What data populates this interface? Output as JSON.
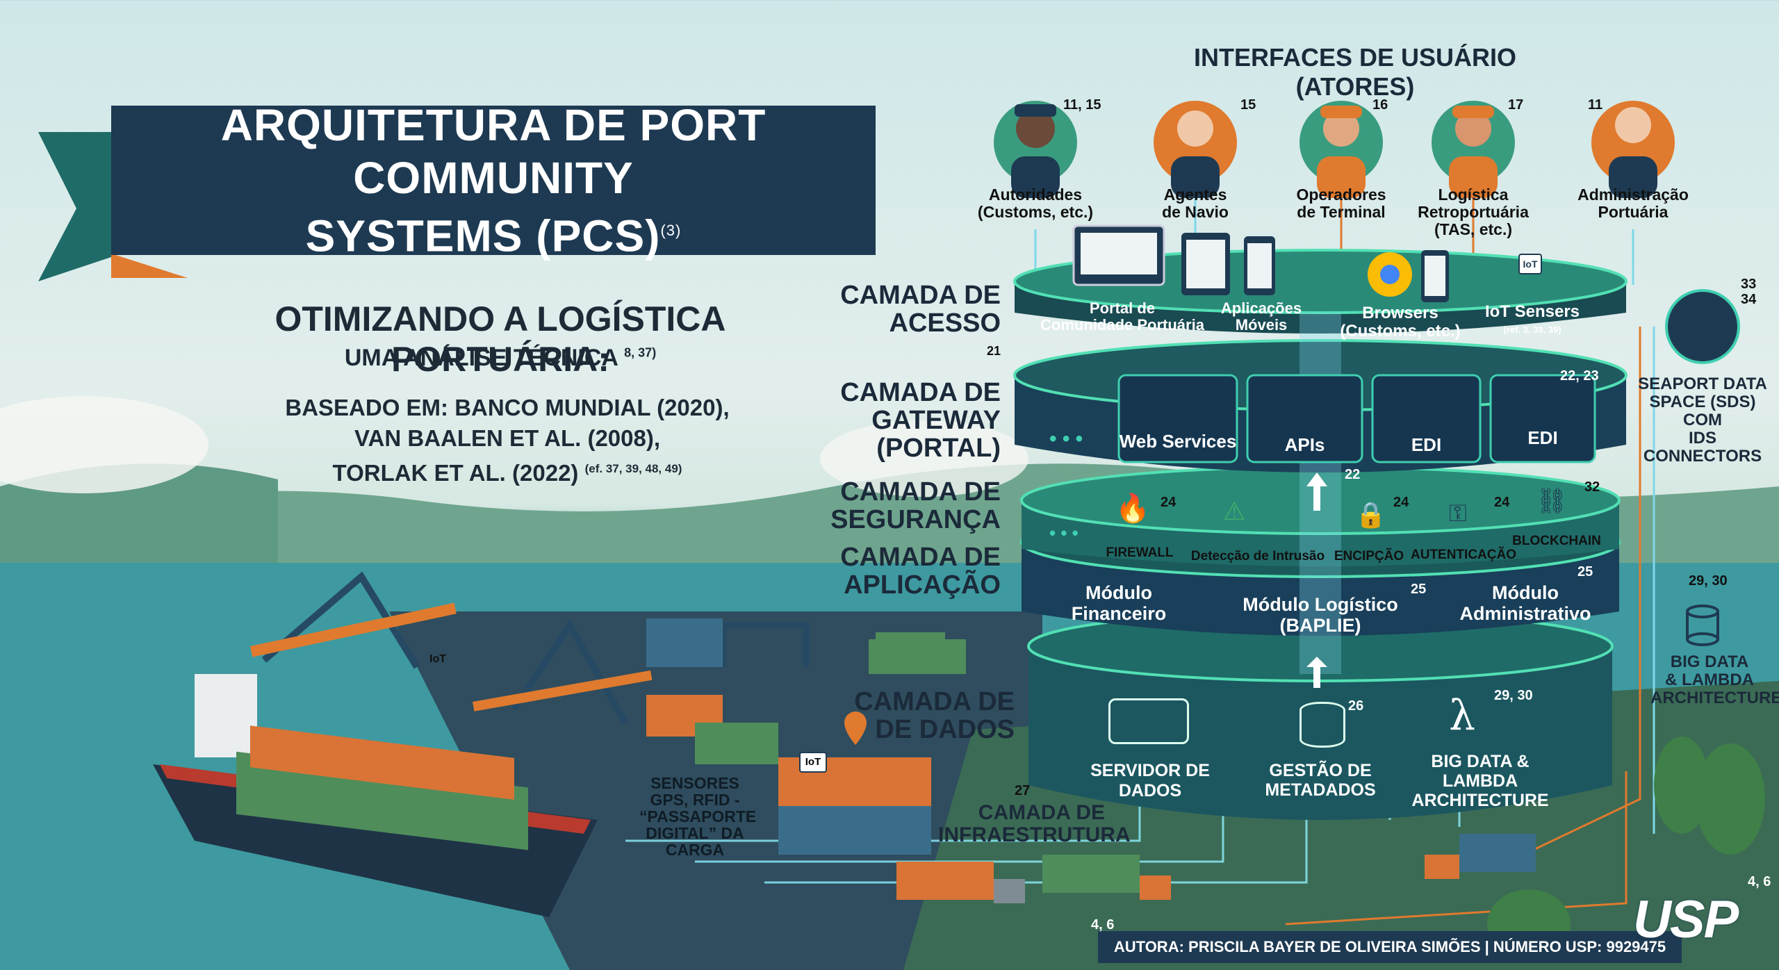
{
  "title": {
    "line1": "ARQUITETURA DE PORT COMMUNITY",
    "line2": "SYSTEMS (PCS)",
    "ref": "(3)"
  },
  "subtitle": {
    "line1": "OTIMIZANDO A LOGÍSTICA PORTUÁRIA:",
    "line2": "UMA ANÁLISE TÉCNICA",
    "line2_ref": "8, 37)"
  },
  "sources": {
    "line1": "BASEADO EM: BANCO MUNDIAL (2020),",
    "line2": "VAN BAALEN ET AL. (2008),",
    "line3": "TORLAK ET AL. (2022)",
    "line3_ref": "(ef. 37, 39, 48, 49)"
  },
  "actors_heading": "INTERFACES DE USUÁRIO (ATORES)",
  "actors": [
    {
      "ref": "11, 15",
      "line1": "Autoridades",
      "line2": "(Customs, etc.)",
      "line3": ""
    },
    {
      "ref": "15",
      "line1": "Agentes",
      "line2": "de Navio",
      "line3": ""
    },
    {
      "ref": "16",
      "line1": "Operadores",
      "line2": "de Terminal",
      "line3": ""
    },
    {
      "ref": "17",
      "line1": "Logística",
      "line2": "Retroportuária",
      "line3": "(TAS, etc.)"
    },
    {
      "ref": "11",
      "line1": "Administração",
      "line2": "Portuária",
      "line3": ""
    }
  ],
  "layers": {
    "acesso": {
      "line1": "CAMADA DE",
      "line2": "ACESSO",
      "ref": "21"
    },
    "gateway": {
      "line1": "CAMADA DE",
      "line2": "GATEWAY",
      "line3": "(PORTAL)"
    },
    "seguranca": {
      "line1": "CAMADA DE",
      "line2": "SEGURANÇA"
    },
    "aplicacao": {
      "line1": "CAMADA DE",
      "line2": "APLICAÇÃO"
    },
    "dados": {
      "line1": "CAMADA DE",
      "line2": "DE DADOS"
    },
    "infra": {
      "line1": "CAMADA DE",
      "line2": "INFRAESTRUTURA",
      "ref": "27"
    }
  },
  "access_items": [
    {
      "line1": "Portal de",
      "line2": "Comunidade Portuária",
      "ref": ""
    },
    {
      "line1": "Aplicações",
      "line2": "Móveis",
      "ref": ""
    },
    {
      "line1": "Browsers",
      "line2": "(Customs, etc.)",
      "ref": ""
    },
    {
      "line1": "IoT Sensers",
      "line2": "",
      "ref": "(ref. 3, 39, 39)"
    }
  ],
  "gateway_items": [
    {
      "label": "Web Services"
    },
    {
      "label": "APIs"
    },
    {
      "label": "EDI"
    },
    {
      "label": "EDI",
      "ref": "22, 23"
    }
  ],
  "gateway_ref": "22",
  "security_items": [
    {
      "label": "FIREWALL",
      "ref": "24"
    },
    {
      "label": "Detecção de Intrusão",
      "ref": ""
    },
    {
      "label": "ENCIPÇÃO",
      "ref": "24"
    },
    {
      "label": "AUTENTICAÇÃO",
      "ref": "24"
    },
    {
      "label": "BLOCKCHAIN",
      "ref": "32"
    }
  ],
  "app_modules": [
    {
      "line1": "Módulo",
      "line2": "Financeiro",
      "ref": ""
    },
    {
      "line1": "Módulo Logístico",
      "line2": "(BAPLIE)",
      "ref": "25"
    },
    {
      "line1": "Módulo",
      "line2": "Administrativo",
      "ref": "25"
    }
  ],
  "data_items": [
    {
      "line1": "SERVIDOR DE DADOS",
      "line2": "",
      "ref": ""
    },
    {
      "line1": "GESTÃO DE",
      "line2": "METADADOS",
      "ref": "26"
    },
    {
      "line1": "BIG DATA & LAMBDA",
      "line2": "ARCHITECTURE",
      "ref": "29, 30"
    }
  ],
  "side": {
    "sds": {
      "line1": "SEAPORT DATA",
      "line2": "SPACE (SDS) COM",
      "line3": "IDS CONNECTORS",
      "ref": "33\n34"
    },
    "bigdata": {
      "line1": "BIG DATA",
      "line2": "& LAMBDA",
      "line3": "ARCHITECTURE",
      "ref": "29, 30"
    }
  },
  "sensors": {
    "line1": "SENSORES",
    "line2": "GPS, RFID -",
    "line3": "“PASSAPORTE",
    "line4": "DIGITAL” DA",
    "line5": "CARGA"
  },
  "iot_tag": "IoT",
  "footer": {
    "author": "AUTORA: PRISCILA BAYER DE OLIVEIRA SIMÕES | NÚMERO USP: 9929475",
    "ref1": "4, 6",
    "ref2": "4, 6",
    "logo": "USP"
  },
  "colors": {
    "navy": "#1e3a52",
    "teal": "#1f6b68",
    "orange": "#e07a2e",
    "green": "#3fae6a"
  }
}
